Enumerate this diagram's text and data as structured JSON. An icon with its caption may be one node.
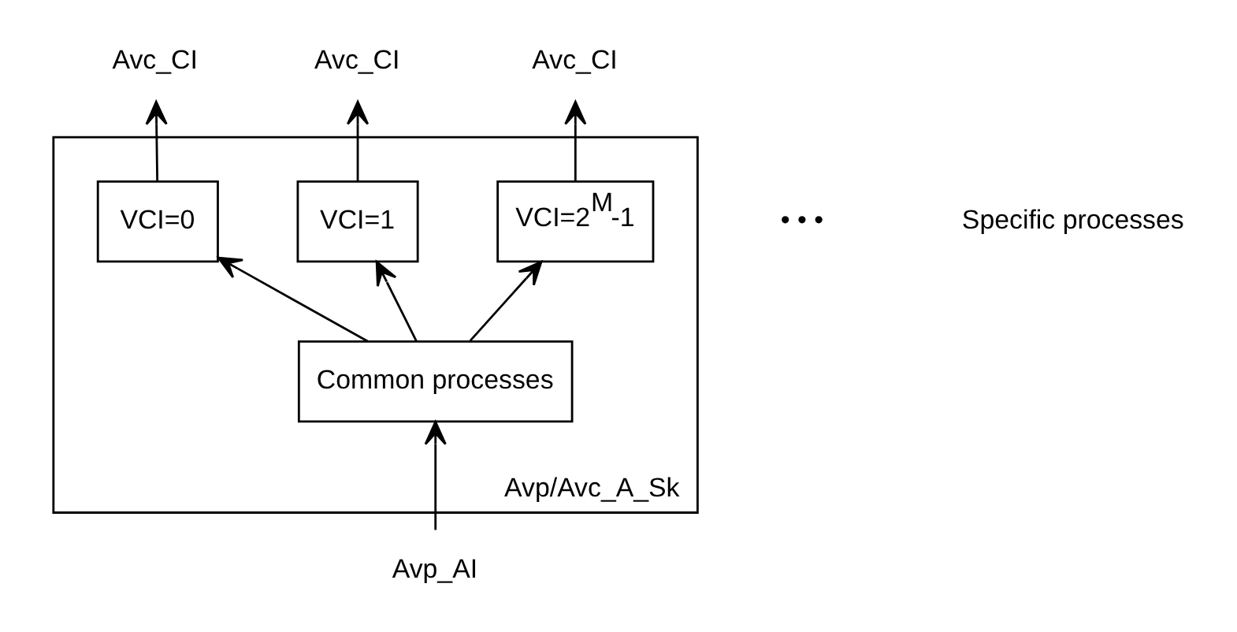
{
  "diagram": {
    "nodes": [
      {
        "text": [
          "Avp/Avc_A_Sk"
        ]
      },
      {
        "text": [
          "VCI=0"
        ],
        "in": 0
      },
      {
        "text": [
          "VCI=1"
        ],
        "in": 0
      },
      {
        "text": [
          "VCI=2$^{M}$-1"
        ],
        "in": 0
      },
      {
        "text": [
          "Common processes"
        ],
        "in": 0
      },
      {
        "text": [
          "Avc_CI"
        ]
      },
      {
        "text": [
          "Avc_CI"
        ]
      },
      {
        "text": [
          "Avc_CI"
        ]
      },
      {
        "text": [
          "Avp_AI"
        ]
      }
    ],
    "edges": [
      {
        "from": 8,
        "to": 4,
        "arrow": "to"
      },
      {
        "from": 4,
        "to": 1,
        "arrow": "to"
      },
      {
        "from": 4,
        "to": 2,
        "arrow": "to"
      },
      {
        "from": 4,
        "to": 3,
        "arrow": "to"
      },
      {
        "from": 1,
        "to": 5,
        "arrow": "to"
      },
      {
        "from": 2,
        "to": 6,
        "arrow": "to"
      },
      {
        "from": 3,
        "to": 7,
        "arrow": "to"
      }
    ],
    "labels": [
      "• • •",
      "Specific processes"
    ]
  }
}
